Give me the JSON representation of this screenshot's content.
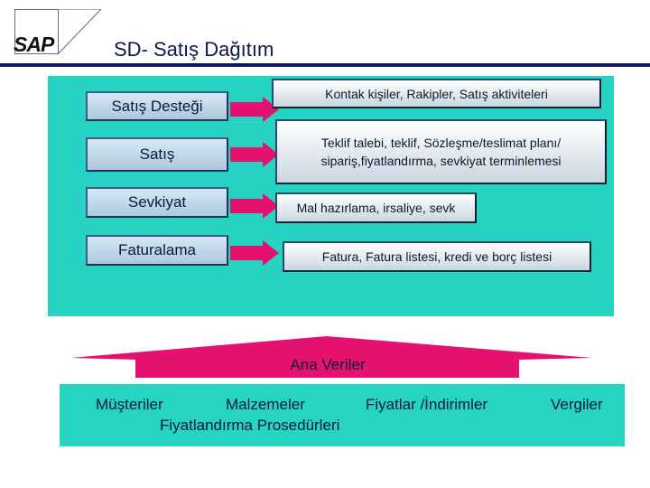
{
  "header": {
    "logo_text": "SAP",
    "title": "SD- Satış Dağıtım"
  },
  "colors": {
    "panel": "#26d3c2",
    "arrow": "#e4126e",
    "rule": "#0a1c55"
  },
  "process": {
    "stages": [
      {
        "label": "Satış Desteği",
        "description": "Kontak kişiler, Rakipler, Satış aktiviteleri"
      },
      {
        "label": "Satış",
        "description_line1": "Teklif talebi, teklif, Sözleşme/teslimat planı/",
        "description_line2": "sipariş,fiyatlandırma, sevkiyat terminlemesi"
      },
      {
        "label": "Sevkiyat",
        "description": "Mal hazırlama, irsaliye,  sevk"
      },
      {
        "label": "Faturalama",
        "description": "Fatura, Fatura listesi, kredi ve borç listesi"
      }
    ]
  },
  "master_data": {
    "label": "Ana Veriler",
    "items": {
      "customers": "Müşteriler",
      "materials": "Malzemeler",
      "prices": "Fiyatlar /İndirimler",
      "taxes": "Vergiler",
      "pricing_procedures": "Fiyatlandırma Prosedürleri"
    }
  }
}
